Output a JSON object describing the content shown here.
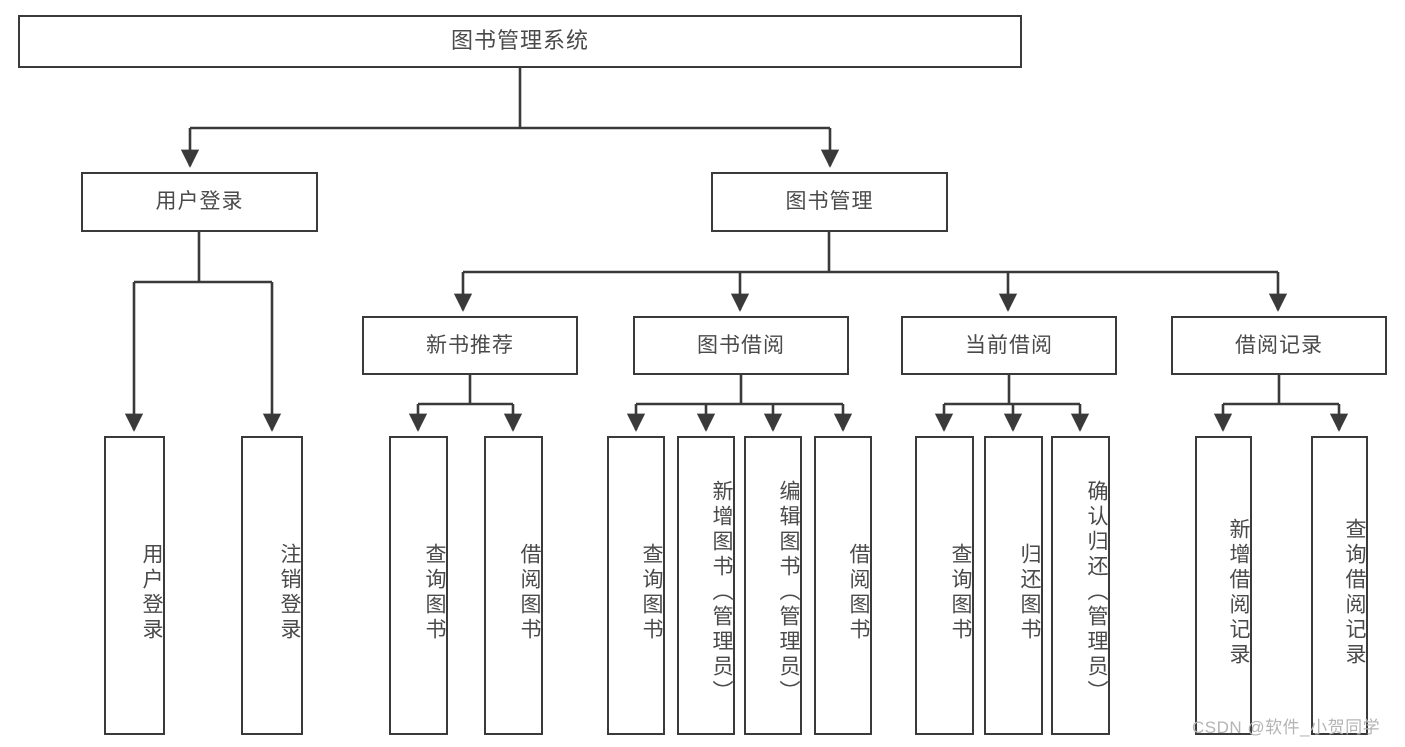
{
  "diagram": {
    "title": "图书管理系统",
    "type": "tree-hierarchy-chart",
    "colors": {
      "background": "#ffffff",
      "box_border": "#3a3a3a",
      "box_fill": "#ffffff",
      "text": "#4a4a4a",
      "connector": "#3a3a3a",
      "watermark": "#b4b4b4"
    }
  },
  "root": {
    "label": "图书管理系统"
  },
  "level2": [
    {
      "id": "user-login",
      "label": "用户登录"
    },
    {
      "id": "book-management",
      "label": "图书管理"
    }
  ],
  "level3": [
    {
      "id": "new-book-recommend",
      "label": "新书推荐"
    },
    {
      "id": "book-borrow",
      "label": "图书借阅"
    },
    {
      "id": "current-borrow",
      "label": "当前借阅"
    },
    {
      "id": "borrow-record",
      "label": "借阅记录"
    }
  ],
  "leaves": {
    "user_login": [
      {
        "id": "leaf-user-login",
        "label": "用户登录"
      },
      {
        "id": "leaf-logout-login",
        "label": "注销登录"
      }
    ],
    "new_book_recommend": [
      {
        "id": "leaf-query-book-1",
        "label": "查询图书"
      },
      {
        "id": "leaf-borrow-book-1",
        "label": "借阅图书"
      }
    ],
    "book_borrow": [
      {
        "id": "leaf-query-book-2",
        "label": "查询图书"
      },
      {
        "id": "leaf-add-book",
        "label": "新增图书（管理员）"
      },
      {
        "id": "leaf-edit-book",
        "label": "编辑图书（管理员）"
      },
      {
        "id": "leaf-borrow-book-2",
        "label": "借阅图书"
      }
    ],
    "current_borrow": [
      {
        "id": "leaf-query-book-3",
        "label": "查询图书"
      },
      {
        "id": "leaf-return-book",
        "label": "归还图书"
      },
      {
        "id": "leaf-confirm-return",
        "label": "确认归还（管理员）"
      }
    ],
    "borrow_record": [
      {
        "id": "leaf-add-record",
        "label": "新增借阅记录"
      },
      {
        "id": "leaf-query-record",
        "label": "查询借阅记录"
      }
    ]
  },
  "watermark": {
    "text": "CSDN @软件_小贺同学"
  }
}
